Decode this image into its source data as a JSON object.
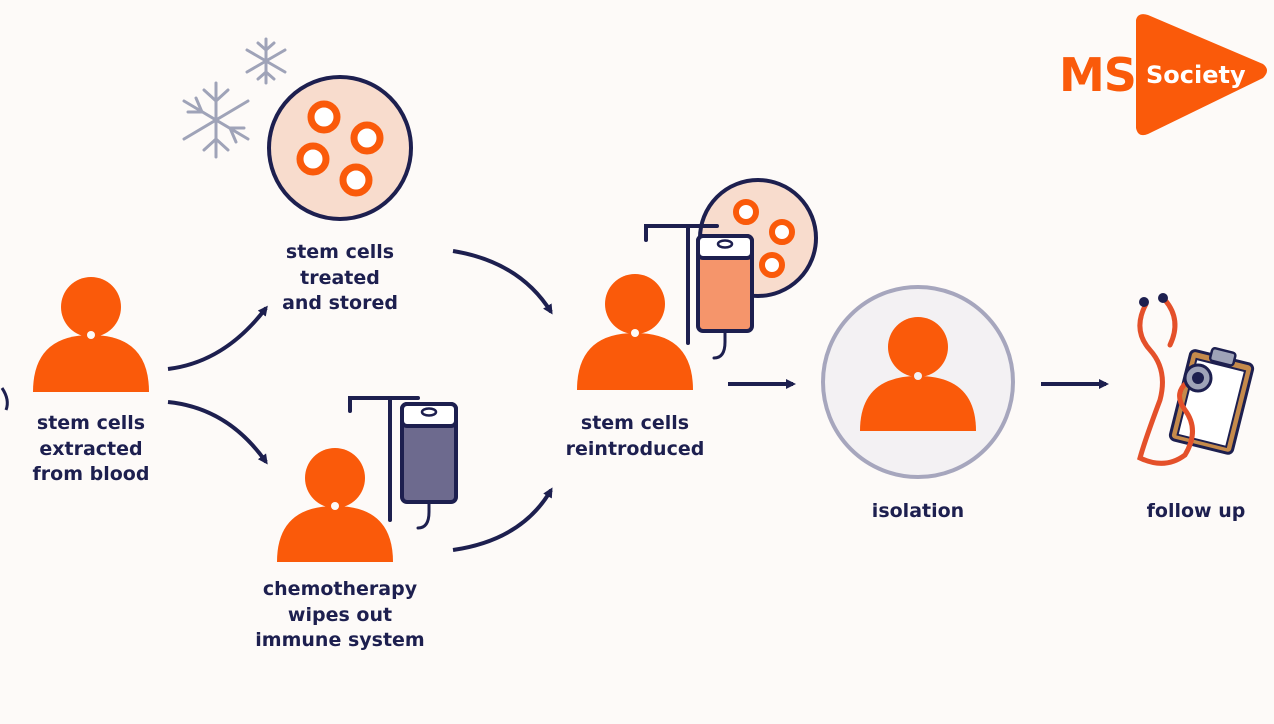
{
  "logo": {
    "ms": "MS",
    "society": "Society"
  },
  "colors": {
    "accent": "#fa5a0a",
    "navy": "#1d1f4f",
    "peach": "#f8dccd",
    "background": "#fdfaf8"
  },
  "steps": {
    "extract": {
      "lines": [
        "stem cells",
        "extracted",
        "from blood"
      ]
    },
    "stored": {
      "lines": [
        "stem cells",
        "treated",
        "and stored"
      ]
    },
    "chemo": {
      "lines": [
        "chemotherapy",
        "wipes out",
        "immune system"
      ]
    },
    "reintroduced": {
      "lines": [
        "stem cells",
        "reintroduced"
      ]
    },
    "isolation": {
      "lines": [
        "isolation"
      ]
    },
    "followup": {
      "lines": [
        "follow up"
      ]
    }
  }
}
